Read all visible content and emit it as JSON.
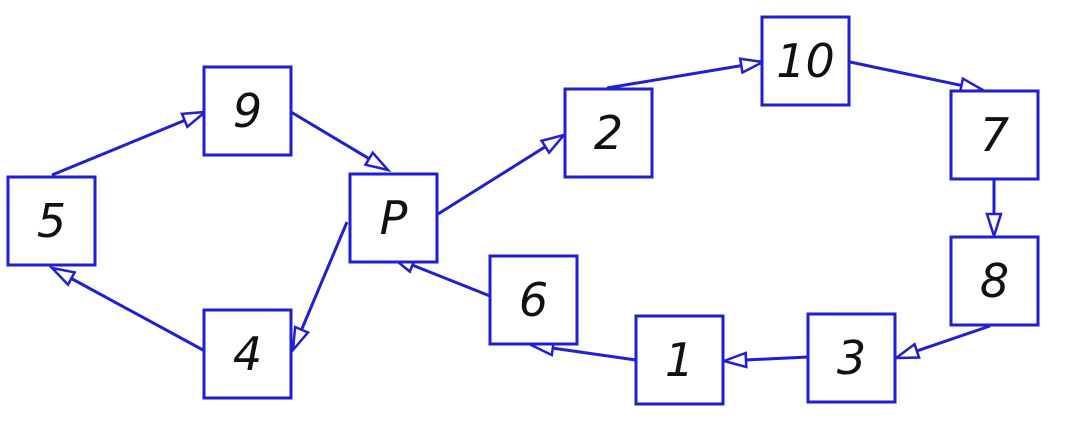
{
  "diagram": {
    "colors": {
      "stroke": "#1f1fd6",
      "text": "#111111",
      "background": "#ffffff"
    },
    "nodes": [
      {
        "id": "5",
        "label": "5"
      },
      {
        "id": "9",
        "label": "9"
      },
      {
        "id": "P",
        "label": "P"
      },
      {
        "id": "4",
        "label": "4"
      },
      {
        "id": "2",
        "label": "2"
      },
      {
        "id": "10",
        "label": "10"
      },
      {
        "id": "7",
        "label": "7"
      },
      {
        "id": "8",
        "label": "8"
      },
      {
        "id": "3",
        "label": "3"
      },
      {
        "id": "1",
        "label": "1"
      },
      {
        "id": "6",
        "label": "6"
      }
    ],
    "edges": [
      {
        "from": "5",
        "to": "9"
      },
      {
        "from": "9",
        "to": "P"
      },
      {
        "from": "P",
        "to": "4"
      },
      {
        "from": "4",
        "to": "5"
      },
      {
        "from": "P",
        "to": "2"
      },
      {
        "from": "2",
        "to": "10"
      },
      {
        "from": "10",
        "to": "7"
      },
      {
        "from": "7",
        "to": "8"
      },
      {
        "from": "8",
        "to": "3"
      },
      {
        "from": "3",
        "to": "1"
      },
      {
        "from": "1",
        "to": "6"
      },
      {
        "from": "6",
        "to": "P"
      }
    ]
  }
}
